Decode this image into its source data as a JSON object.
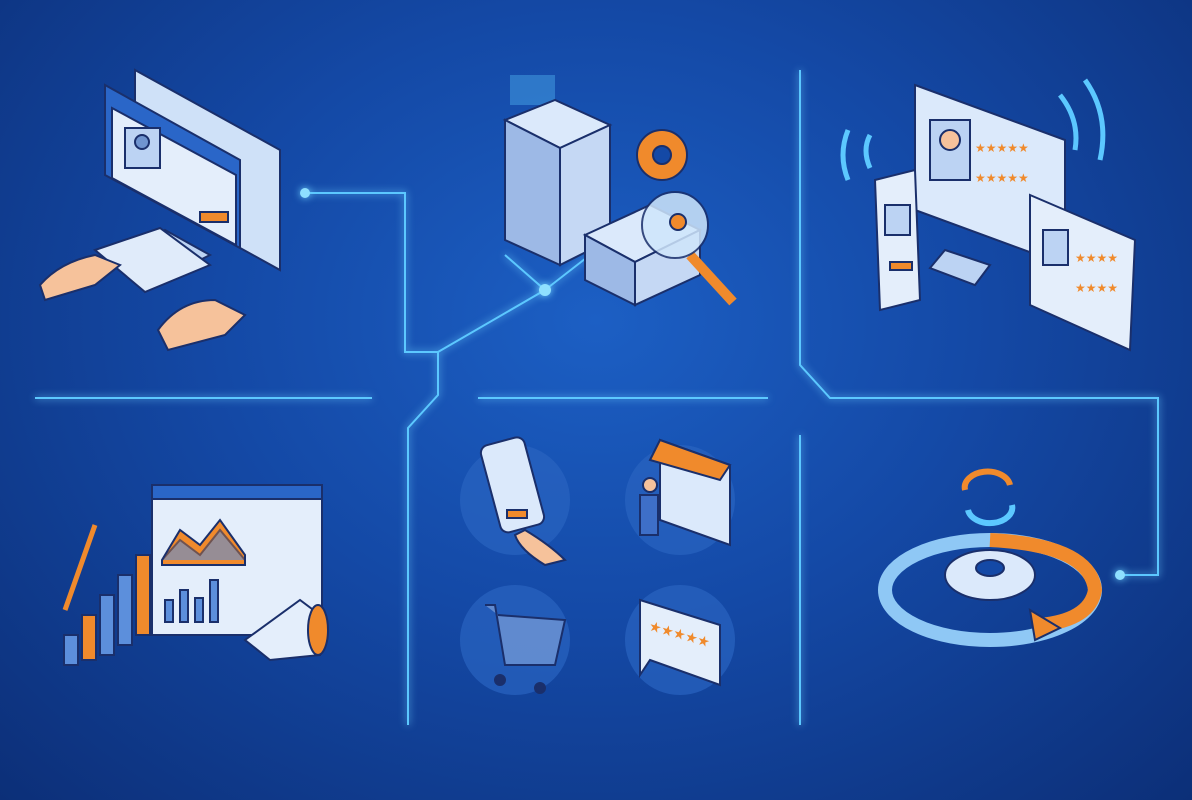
{
  "colors": {
    "background": "#1449a6",
    "line": "#5cc8ff",
    "accent": "#f08a2c",
    "panel": "#dbe9fb",
    "outline": "#1a2f6b"
  },
  "scenes": [
    {
      "name": "user-at-computer",
      "icon": "computer-keyboard-icon"
    },
    {
      "name": "server-search",
      "icon": "server-gear-magnifier-icon"
    },
    {
      "name": "multi-device-reviews",
      "icon": "devices-reviews-icon",
      "rating_stars": 5
    },
    {
      "name": "analytics-marketing",
      "icon": "chart-megaphone-icon"
    },
    {
      "name": "customer-touchpoints",
      "icons": [
        "phone-call-icon",
        "storefront-icon",
        "shopping-cart-icon",
        "review-bubble-icon"
      ]
    },
    {
      "name": "process-cycle",
      "icon": "cycle-gear-icon"
    }
  ]
}
